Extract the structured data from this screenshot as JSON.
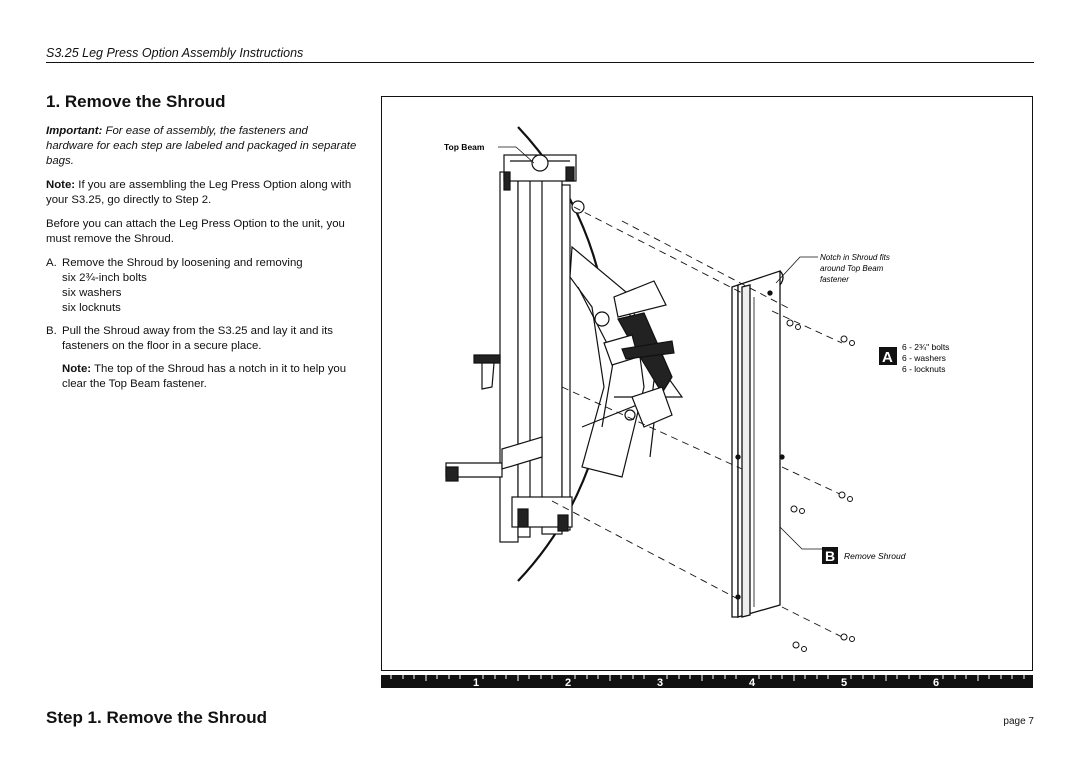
{
  "header": {
    "doc_title": "S3.25 Leg Press Option Assembly Instructions"
  },
  "section": {
    "title": "1. Remove the Shroud",
    "important_label": "Important:",
    "important_text": " For ease of assembly, the fasteners and hardware for each step are labeled and packaged in separate bags.",
    "note1_label": "Note:",
    "note1_text": " If you are assembling the Leg Press Option along with your S3.25, go directly to Step 2.",
    "para": "Before you can attach the Leg Press Option to the unit, you must remove the Shroud.",
    "list": [
      {
        "letter": "A.",
        "lines": [
          "Remove the Shroud by loosening and removing",
          "six 2¾-inch bolts",
          "six washers",
          "six locknuts"
        ]
      },
      {
        "letter": "B.",
        "lines": [
          "Pull the Shroud away from the S3.25 and lay it and its fasteners on the floor in a secure place."
        ]
      }
    ],
    "note2_label": "Note:",
    "note2_text": " The top of the Shroud has a notch in it to help you clear the Top Beam fastener."
  },
  "figure": {
    "top_beam_label": "Top Beam",
    "notch_callout": [
      "Notch in Shroud fits",
      "around Top Beam",
      "fastener"
    ],
    "callout_a_letter": "A",
    "callout_a_items": [
      "6 - 2¾\" bolts",
      "6 - washers",
      "6 - locknuts"
    ],
    "callout_b_letter": "B",
    "callout_b_text": "Remove Shroud"
  },
  "ruler": {
    "labels": [
      "1",
      "2",
      "3",
      "4",
      "5",
      "6"
    ]
  },
  "footer": {
    "step_title": "Step 1. Remove the Shroud",
    "page": "page 7"
  }
}
